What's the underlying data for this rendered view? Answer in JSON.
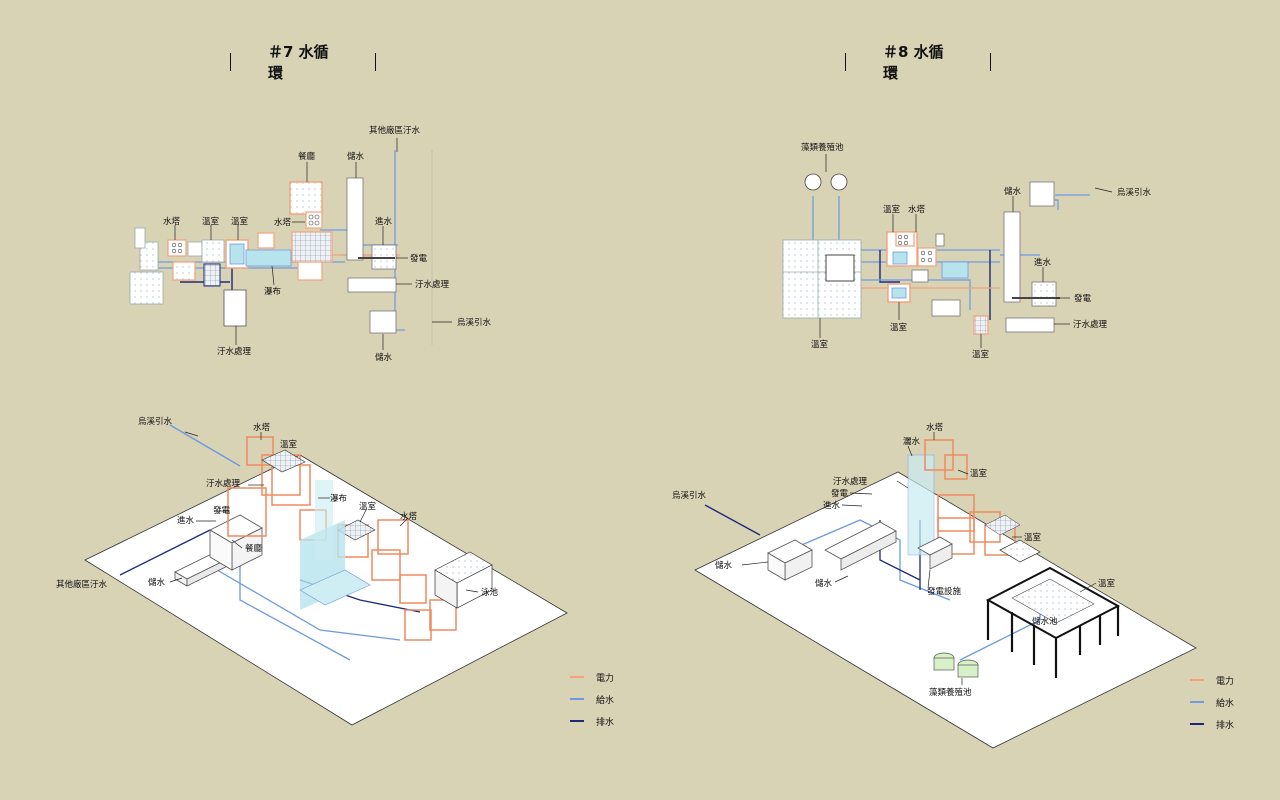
{
  "titles": {
    "left": "＃7 水循環",
    "right": "＃8 水循環"
  },
  "legend_left": [
    {
      "label": "電力",
      "color": "#f4a27c"
    },
    {
      "label": "給水",
      "color": "#6d9ae0"
    },
    {
      "label": "排水",
      "color": "#1d2a78"
    }
  ],
  "legend_right": [
    {
      "label": "電力",
      "color": "#f4a27c"
    },
    {
      "label": "給水",
      "color": "#6d9ae0"
    },
    {
      "label": "排水",
      "color": "#1d2a78"
    }
  ],
  "labels7_plan": {
    "restaurant": "餐廳",
    "storage_top": "儲水",
    "other_sewage": "其他廠區汙水",
    "water_tower_a": "水塔",
    "greenhouse_a": "溫室",
    "greenhouse_b": "溫室",
    "water_tower_b": "水塔",
    "inlet": "進水",
    "power": "發電",
    "waterfall": "瀑布",
    "sewage_treat_r": "汙水處理",
    "wuxi_intake": "烏溪引水",
    "sewage_treat_l": "汙水處理",
    "storage_bottom": "儲水"
  },
  "labels8_plan": {
    "algae": "藻類養殖池",
    "storage": "儲水",
    "wuxi_intake": "烏溪引水",
    "greenhouse_a": "溫室",
    "water_tower": "水塔",
    "inlet": "進水",
    "power": "發電",
    "sewage": "汙水處理",
    "greenhouse_b": "溫室",
    "greenhouse_c": "溫室",
    "greenhouse_d": "溫室"
  },
  "labels7_iso": {
    "wuxi_intake": "烏溪引水",
    "water_tower_a": "水塔",
    "greenhouse_a": "溫室",
    "sewage": "汙水處理",
    "power": "發電",
    "inlet": "進水",
    "waterfall": "瀑布",
    "greenhouse_b": "溫室",
    "water_tower_b": "水塔",
    "restaurant": "餐廳",
    "other_sewage": "其他廠區汙水",
    "storage": "儲水",
    "pool": "泳池"
  },
  "labels8_iso": {
    "water_tower": "水塔",
    "shower": "灑水",
    "greenhouse_a": "溫室",
    "sewage": "汙水處理",
    "power": "發電",
    "inlet": "進水",
    "wuxi_intake": "烏溪引水",
    "greenhouse_b": "溫室",
    "storage_a": "儲水",
    "storage_b": "儲水",
    "power_facility": "發電設施",
    "greenhouse_c": "溫室",
    "storage_pool": "儲水池",
    "algae": "藻類養殖池"
  }
}
